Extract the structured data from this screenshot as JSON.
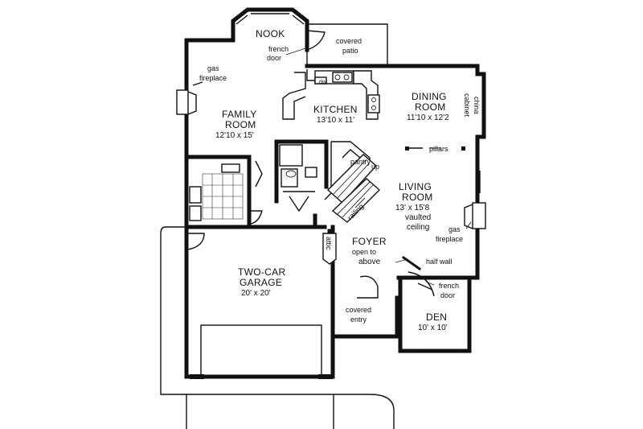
{
  "rooms": {
    "nook": {
      "name": "NOOK"
    },
    "family": {
      "name1": "FAMILY",
      "name2": "ROOM",
      "size": "12'10 x 15'"
    },
    "kitchen": {
      "name": "KITCHEN",
      "size": "13'10 x 11'"
    },
    "dining": {
      "name1": "DINING",
      "name2": "ROOM",
      "size": "11'10 x 12'2"
    },
    "living": {
      "name1": "LIVING",
      "name2": "ROOM",
      "size": "13' x 15'8",
      "note1": "vaulted",
      "note2": "ceiling"
    },
    "foyer": {
      "name": "FOYER",
      "note1": "open to",
      "note2": "above"
    },
    "garage": {
      "name1": "TWO-CAR",
      "name2": "GARAGE",
      "size": "20' x 20'"
    },
    "den": {
      "name": "DEN",
      "size": "10' x 10'"
    }
  },
  "notes": {
    "french_door_top_1": "french",
    "french_door_top_2": "door",
    "covered_patio_1": "covered",
    "covered_patio_2": "patio",
    "gas_fireplace_left_1": "gas",
    "gas_fireplace_left_2": "fireplace",
    "china_cabinet_1": "china",
    "china_cabinet_2": "cabinet",
    "pillars": "pillars",
    "pantry": "pantry",
    "up": "up",
    "railing": "railing",
    "gas_fireplace_right_1": "gas",
    "gas_fireplace_right_2": "fireplace",
    "attic": "attic",
    "half_wall": "half wall",
    "french_door_den_1": "french",
    "french_door_den_2": "door",
    "covered_entry_1": "covered",
    "covered_entry_2": "entry",
    "dw": "dw"
  }
}
